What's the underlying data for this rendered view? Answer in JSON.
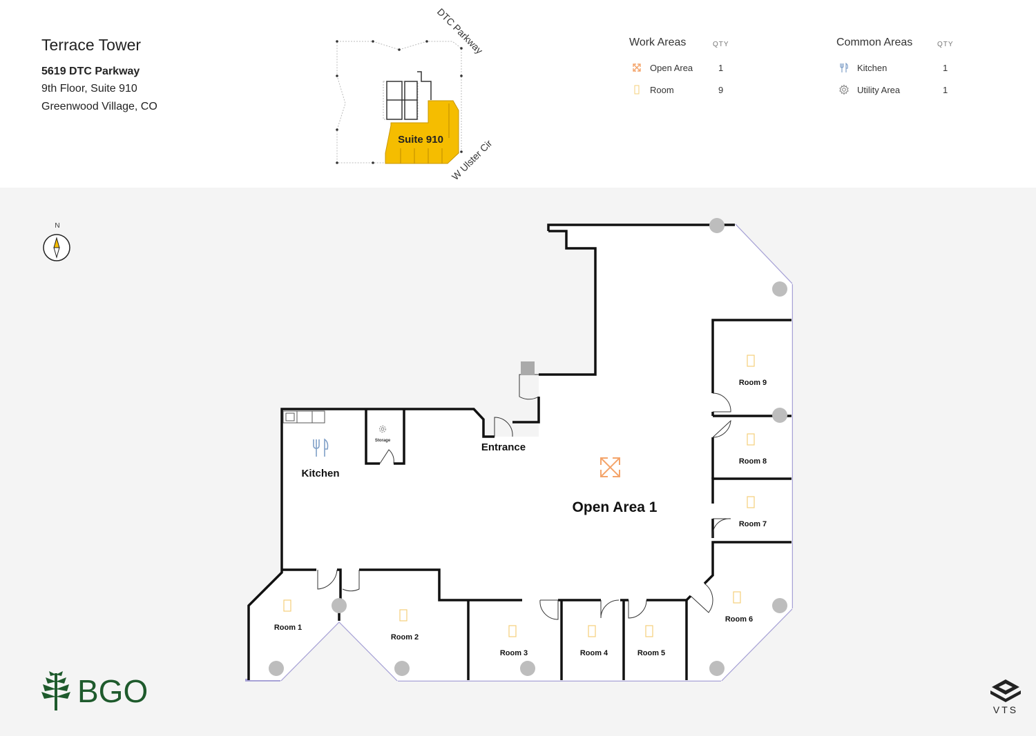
{
  "building": {
    "name": "Terrace Tower",
    "address_line1": "5619 DTC Parkway",
    "address_line2": "9th Floor, Suite 910",
    "address_line3": "Greenwood Village, CO"
  },
  "key_map": {
    "suite_label": "Suite 910",
    "street_north": "DTC Parkway",
    "street_south": "W Ulster Cir",
    "highlight_color": "#f5bd00"
  },
  "legend": {
    "work_areas": {
      "heading": "Work Areas",
      "qty_heading": "QTY",
      "items": [
        {
          "icon": "expand-arrows-icon",
          "label": "Open Area",
          "qty": "1",
          "color": "#f4a46a"
        },
        {
          "icon": "room-rectangle-icon",
          "label": "Room",
          "qty": "9",
          "color": "#f5cf7a"
        }
      ]
    },
    "common_areas": {
      "heading": "Common Areas",
      "qty_heading": "QTY",
      "items": [
        {
          "icon": "fork-knife-icon",
          "label": "Kitchen",
          "qty": "1",
          "color": "#7f9fc7"
        },
        {
          "icon": "gear-icon",
          "label": "Utility Area",
          "qty": "1",
          "color": "#888888"
        }
      ]
    }
  },
  "compass": {
    "label": "N"
  },
  "floor_plan": {
    "open_area": "Open Area 1",
    "entrance": "Entrance",
    "kitchen": "Kitchen",
    "storage": "Storage",
    "rooms": [
      "Room 1",
      "Room 2",
      "Room 3",
      "Room 4",
      "Room 5",
      "Room 6",
      "Room 7",
      "Room 8",
      "Room 9"
    ]
  },
  "logos": {
    "left": "BGO",
    "right": "VTS"
  },
  "colors": {
    "room_icon": "#f5cf7a",
    "open_area_icon": "#f4a46a",
    "kitchen_icon": "#7f9fc7",
    "brand_green": "#1e5a2c"
  }
}
